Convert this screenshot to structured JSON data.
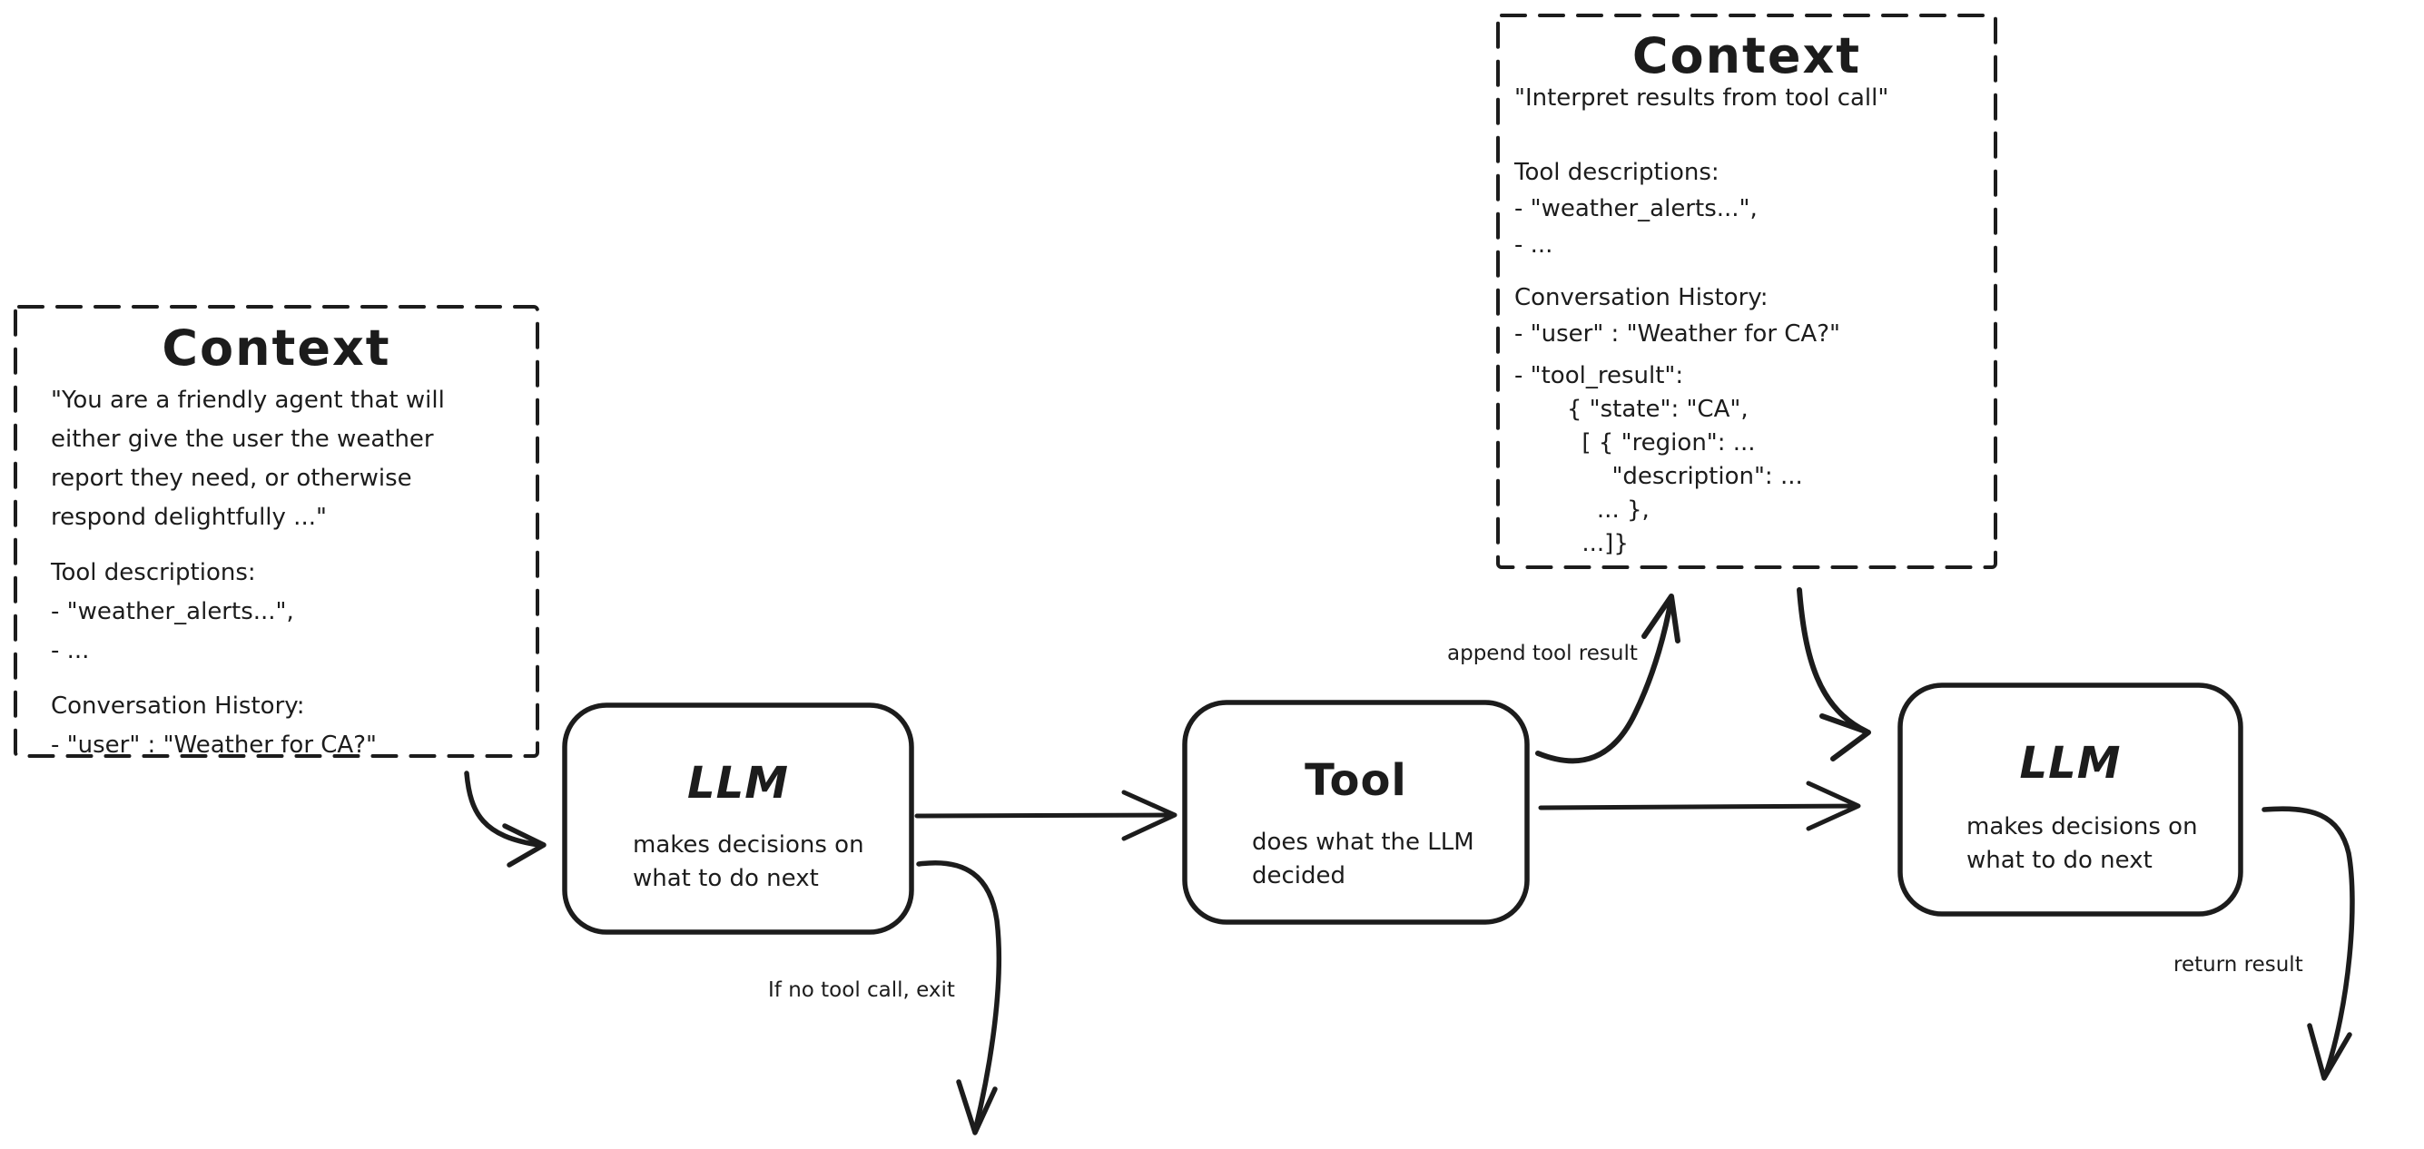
{
  "diagram": {
    "background": "#ffffff",
    "ink": "#1c1c1c",
    "context_initial": {
      "title": "Context",
      "system_prompt": "\"You are a friendly agent that will\neither give the user the weather\nreport they need, or otherwise\nrespond delightfully ...\"",
      "tool_descriptions": "Tool descriptions:\n- \"weather_alerts...\",\n- ...",
      "conversation_history": "Conversation History:\n- \"user\" : \"Weather for CA?\""
    },
    "context_after_tool": {
      "title": "Context",
      "system_prompt": "\"Interpret results from tool call\"",
      "tool_descriptions": "Tool descriptions:\n- \"weather_alerts...\",\n- ...",
      "conversation_history": "Conversation History:\n- \"user\" : \"Weather for CA?\"",
      "tool_result": "- \"tool_result\":\n       { \"state\": \"CA\",\n         [ { \"region\": ...\n             \"description\": ...\n           ... },\n         ...]}"
    },
    "llm_first": {
      "title": "LLM",
      "description": "makes decisions on\nwhat to do next"
    },
    "tool_node": {
      "title": "Tool",
      "description": "does what the LLM\ndecided"
    },
    "llm_second": {
      "title": "LLM",
      "description": "makes decisions on\nwhat to do next"
    },
    "edge_labels": {
      "append_tool_result": "append tool result",
      "no_tool_call_exit": "If no tool call, exit",
      "return_result": "return result"
    }
  }
}
